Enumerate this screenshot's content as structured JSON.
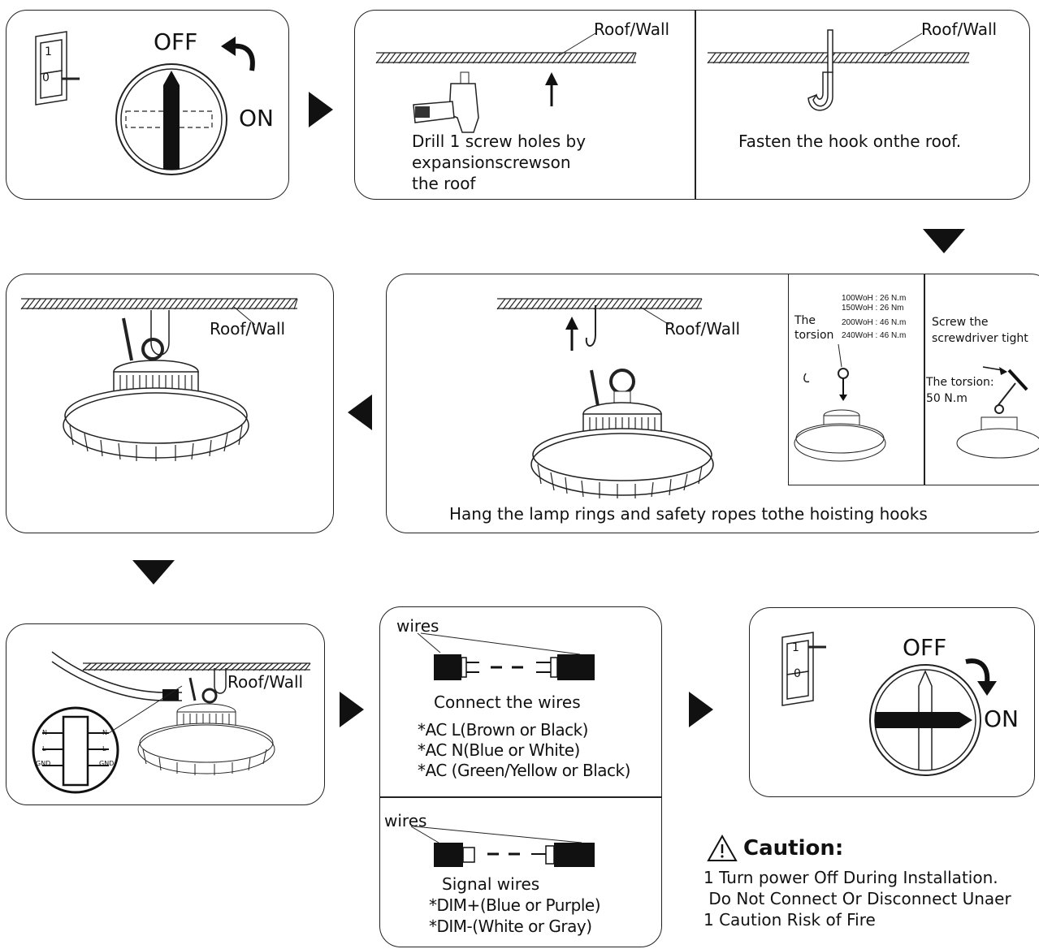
{
  "labels": {
    "roof_wall": "Roof/Wall",
    "off": "OFF",
    "on": "ON",
    "switch_1": "1",
    "switch_0": "0"
  },
  "step2": {
    "drill_text": [
      "Drill 1 screw holes by",
      "expansionscrewson",
      "the roof"
    ],
    "hook_text": "Fasten the hook onthe roof."
  },
  "step3": {
    "hang_text": "Hang the lamp rings and safety ropes tothe hoisting hooks",
    "torsion_label": [
      "The",
      "torsion"
    ],
    "torsion_values": [
      "100WoH : 26 N.m",
      "150WoH : 26 Nm",
      "200WoH : 46 N.m",
      "240WoH : 46 N.m"
    ],
    "screw_text": [
      "Screw the",
      "screwdriver tight"
    ],
    "torsion_50": [
      "The torsion:",
      "50 N.m"
    ]
  },
  "step5": {
    "terminal_labels": [
      "N",
      "L",
      "GND"
    ]
  },
  "wires_box": {
    "wires_label": "wires",
    "connect_text": "Connect the wires",
    "ac_lines": [
      "*AC L(Brown or Black)",
      "*AC N(Blue or White)",
      "*AC (Green/Yellow or Black)"
    ],
    "signal_wires_label": "wires",
    "signal_text": "Signal wires",
    "dim_lines": [
      "*DIM+(Blue or Purple)",
      "*DIM-(White or Gray)"
    ]
  },
  "caution": {
    "title": "Caution:",
    "lines": [
      "1 Turn power Off During Installation.",
      " Do Not Connect Or Disconnect Unaer",
      "1 Caution Risk of Fire"
    ]
  },
  "colors": {
    "stroke": "#222222",
    "fill_dark": "#111111"
  }
}
